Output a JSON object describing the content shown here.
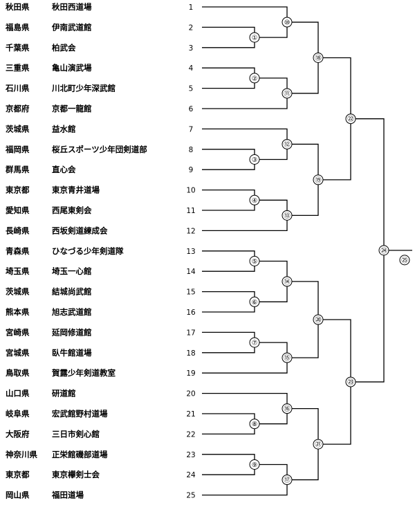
{
  "entries": [
    {
      "seed": "1",
      "prefecture": "秋田県",
      "team": "秋田西道場"
    },
    {
      "seed": "2",
      "prefecture": "福島県",
      "team": "伊南武道館"
    },
    {
      "seed": "3",
      "prefecture": "千葉県",
      "team": "柏武会"
    },
    {
      "seed": "4",
      "prefecture": "三重県",
      "team": "亀山演武場"
    },
    {
      "seed": "5",
      "prefecture": "石川県",
      "team": "川北町少年深武館"
    },
    {
      "seed": "6",
      "prefecture": "京都府",
      "team": "京都一龍館"
    },
    {
      "seed": "7",
      "prefecture": "茨城県",
      "team": "益水館"
    },
    {
      "seed": "8",
      "prefecture": "福岡県",
      "team": "桜丘スポーツ少年団剣道部"
    },
    {
      "seed": "9",
      "prefecture": "群馬県",
      "team": "直心会"
    },
    {
      "seed": "10",
      "prefecture": "東京都",
      "team": "東京青井道場"
    },
    {
      "seed": "11",
      "prefecture": "愛知県",
      "team": "西尾東剣会"
    },
    {
      "seed": "12",
      "prefecture": "長崎県",
      "team": "西坂剣道練成会"
    },
    {
      "seed": "13",
      "prefecture": "青森県",
      "team": "ひなづる少年剣道隊"
    },
    {
      "seed": "14",
      "prefecture": "埼玉県",
      "team": "埼玉一心館"
    },
    {
      "seed": "15",
      "prefecture": "茨城県",
      "team": "結城尚武館"
    },
    {
      "seed": "16",
      "prefecture": "熊本県",
      "team": "旭志武道館"
    },
    {
      "seed": "17",
      "prefecture": "宮崎県",
      "team": "延岡修道館"
    },
    {
      "seed": "18",
      "prefecture": "宮城県",
      "team": "臥牛館道場"
    },
    {
      "seed": "19",
      "prefecture": "鳥取県",
      "team": "賀露少年剣道教室"
    },
    {
      "seed": "20",
      "prefecture": "山口県",
      "team": "研道館"
    },
    {
      "seed": "21",
      "prefecture": "岐阜県",
      "team": "宏武館野村道場"
    },
    {
      "seed": "22",
      "prefecture": "大阪府",
      "team": "三日市剣心館"
    },
    {
      "seed": "23",
      "prefecture": "神奈川県",
      "team": "正栄館磯部道場"
    },
    {
      "seed": "24",
      "prefecture": "東京都",
      "team": "東京欅剣士会"
    },
    {
      "seed": "25",
      "prefecture": "岡山県",
      "team": "福田道場"
    }
  ],
  "matches": [
    {
      "id": "1",
      "label": "①",
      "a": "s2",
      "b": "s3"
    },
    {
      "id": "2",
      "label": "②",
      "a": "s4",
      "b": "s5"
    },
    {
      "id": "3",
      "label": "③",
      "a": "s8",
      "b": "s9"
    },
    {
      "id": "4",
      "label": "④",
      "a": "s10",
      "b": "s11"
    },
    {
      "id": "5",
      "label": "⑤",
      "a": "s13",
      "b": "s14"
    },
    {
      "id": "6",
      "label": "⑥",
      "a": "s15",
      "b": "s16"
    },
    {
      "id": "7",
      "label": "⑦",
      "a": "s17",
      "b": "s18"
    },
    {
      "id": "8",
      "label": "⑧",
      "a": "s21",
      "b": "s22"
    },
    {
      "id": "9",
      "label": "⑨",
      "a": "s23",
      "b": "s24"
    },
    {
      "id": "10",
      "label": "⑩",
      "a": "s1",
      "b": "m1"
    },
    {
      "id": "11",
      "label": "⑪",
      "a": "m2",
      "b": "s6"
    },
    {
      "id": "12",
      "label": "⑫",
      "a": "s7",
      "b": "m3"
    },
    {
      "id": "13",
      "label": "⑬",
      "a": "m4",
      "b": "s12"
    },
    {
      "id": "14",
      "label": "⑭",
      "a": "m5",
      "b": "m6"
    },
    {
      "id": "15",
      "label": "⑮",
      "a": "m7",
      "b": "s19"
    },
    {
      "id": "16",
      "label": "⑯",
      "a": "s20",
      "b": "m8"
    },
    {
      "id": "17",
      "label": "⑰",
      "a": "m9",
      "b": "s25"
    },
    {
      "id": "18",
      "label": "⑱",
      "a": "m10",
      "b": "m11"
    },
    {
      "id": "19",
      "label": "⑲",
      "a": "m12",
      "b": "m13"
    },
    {
      "id": "20",
      "label": "⑳",
      "a": "m14",
      "b": "m15"
    },
    {
      "id": "21",
      "label": "㉑",
      "a": "m16",
      "b": "m17"
    },
    {
      "id": "22",
      "label": "㉒",
      "a": "m18",
      "b": "m19"
    },
    {
      "id": "23",
      "label": "㉓",
      "a": "m20",
      "b": "m21"
    },
    {
      "id": "24",
      "label": "㉔",
      "a": "m22",
      "b": "m23"
    }
  ],
  "final": {
    "id": "25",
    "label": "㉕",
    "from": "m24"
  }
}
